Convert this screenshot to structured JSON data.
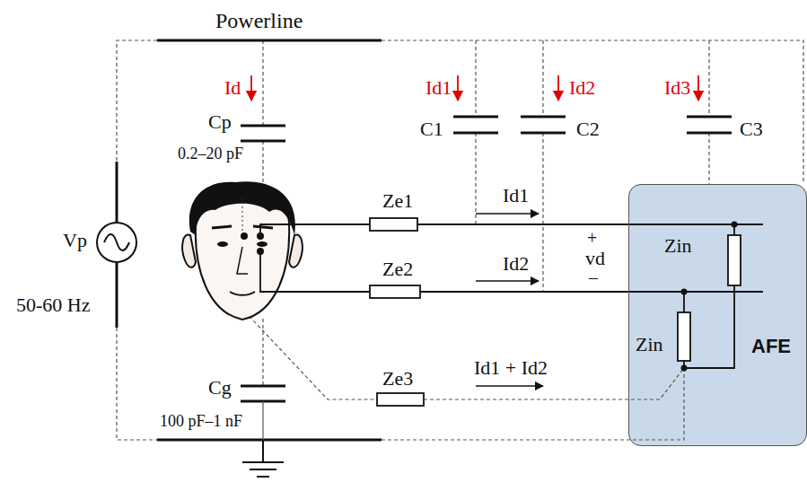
{
  "diagram": {
    "nodes": [
      {
        "text": [
          "AFE"
        ]
      }
    ],
    "labels": [
      "Powerline",
      "Id",
      "Cp",
      "0.2–20 pF",
      "Id1",
      "Id2",
      "Id3",
      "C1",
      "C2",
      "C3",
      "Ze1",
      "Id1",
      "+",
      "vd",
      "–",
      "Ze2",
      "Id2",
      "Zin",
      "Vp",
      "50-60 Hz",
      "Zin",
      "Cg",
      "100 pF–1 nF",
      "Ze3",
      "Id1 + Id2"
    ]
  }
}
